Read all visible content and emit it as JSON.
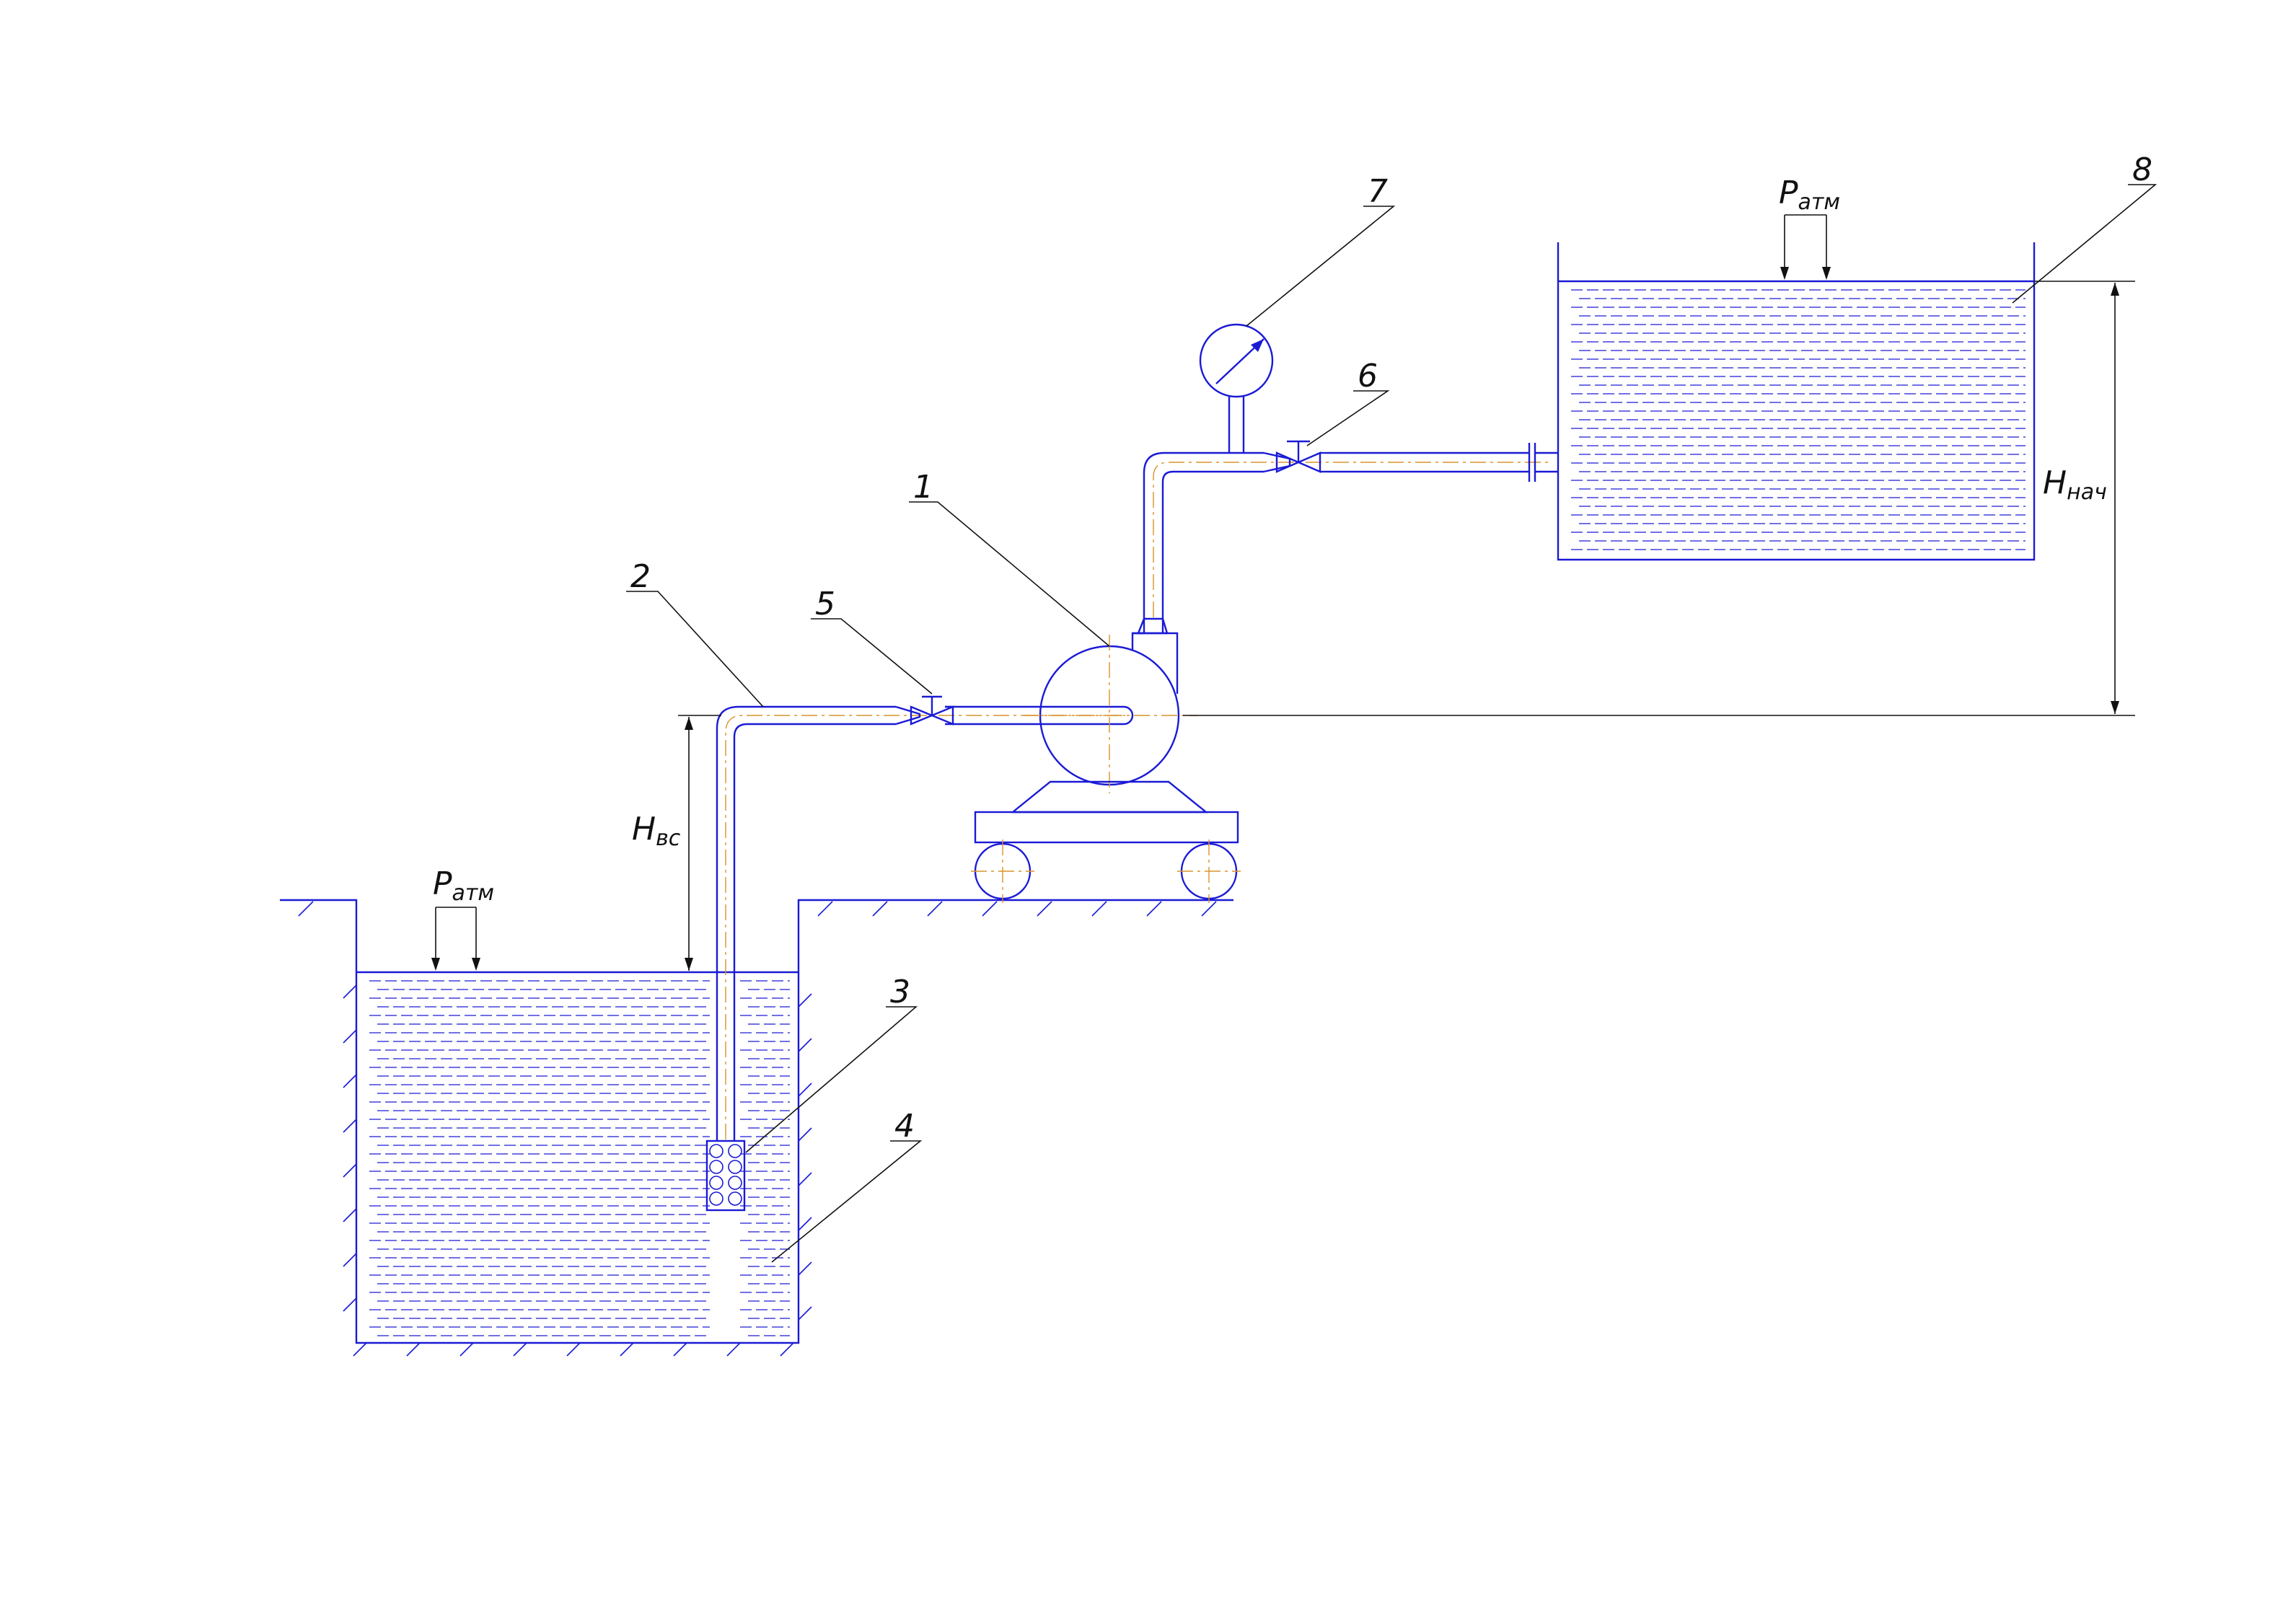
{
  "labels": {
    "pump": "1",
    "suction_pipe": "2",
    "strainer": "3",
    "lower_reservoir": "4",
    "suction_valve": "5",
    "discharge_valve": "6",
    "pressure_gauge": "7",
    "upper_tank": "8"
  },
  "pressure": {
    "symbol": "P",
    "subscript": "атм"
  },
  "heights": {
    "suction": {
      "symbol": "H",
      "subscript": "вс"
    },
    "initial": {
      "symbol": "H",
      "subscript": "нач"
    }
  },
  "colors": {
    "lines": "#1a1ad6",
    "axes": "#d9932b",
    "dimensions": "#111111"
  }
}
